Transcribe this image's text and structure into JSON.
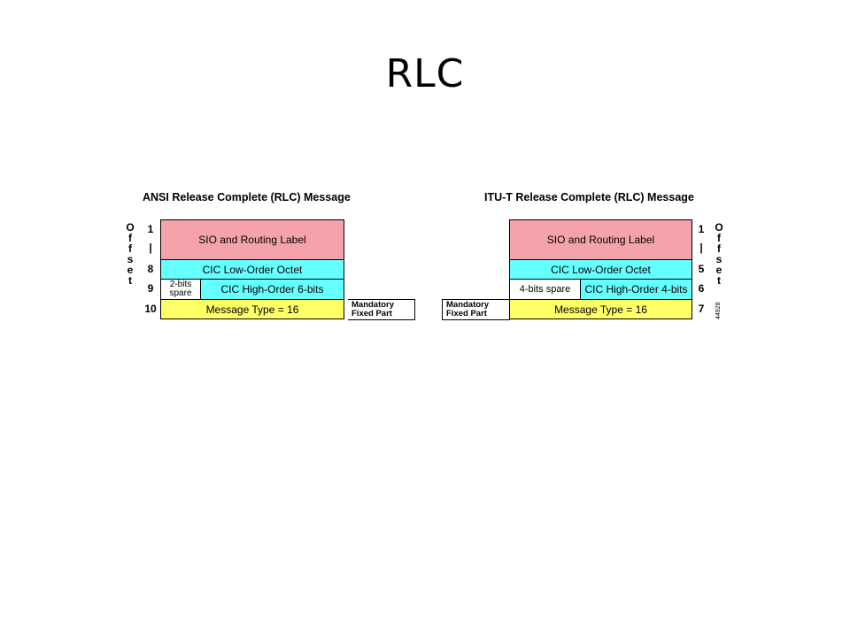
{
  "slide": {
    "title": "RLC"
  },
  "ansi": {
    "title": "ANSI Release Complete (RLC) Message",
    "offset_label": "Offset",
    "offsets": [
      "1",
      "|",
      "8",
      "9",
      "10"
    ],
    "fields": {
      "sio_routing": "SIO and Routing Label",
      "cic_low": "CIC Low-Order Octet",
      "spare": "2-bits spare",
      "cic_high": "CIC High-Order 6-bits",
      "message_type": "Message Type = 16"
    },
    "mandatory_line1": "Mandatory",
    "mandatory_line2": "Fixed Part"
  },
  "itut": {
    "title": "ITU-T Release Complete (RLC) Message",
    "offset_label": "Offset",
    "offsets": [
      "1",
      "|",
      "5",
      "6",
      "7"
    ],
    "fields": {
      "sio_routing": "SIO and Routing Label",
      "cic_low": "CIC Low-Order Octet",
      "spare": "4-bits spare",
      "cic_high": "CIC High-Order 4-bits",
      "message_type": "Message Type = 16"
    },
    "mandatory_line1": "Mandatory",
    "mandatory_line2": "Fixed Part",
    "figure_id": "44928"
  },
  "colors": {
    "routing": "#f4a3ad",
    "cic": "#66ffff",
    "message_type": "#ffff66"
  }
}
